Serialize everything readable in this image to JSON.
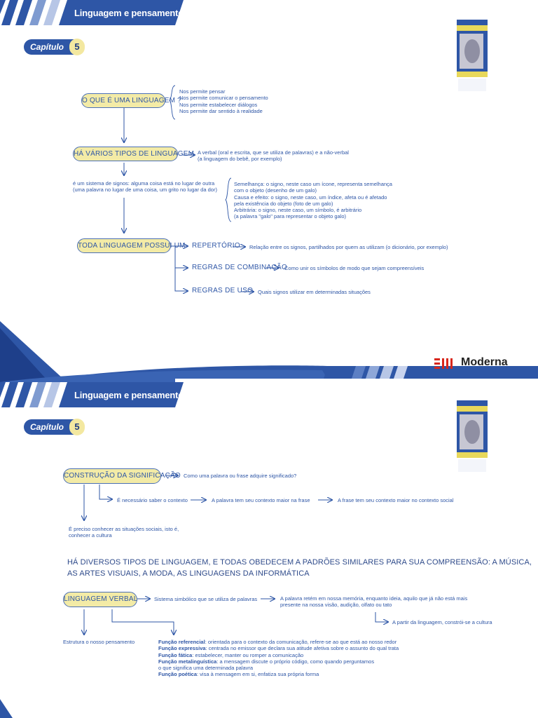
{
  "header": {
    "title": "Linguagem e pensamento",
    "chapter_label": "Capítulo",
    "chapter_number": "5"
  },
  "brand": {
    "name": "Moderna"
  },
  "slide1": {
    "q1": "O QUE É UMA LINGUAGEM ?",
    "q1_items": [
      "Nos permite pensar",
      "Nos permite comunicar o pensamento",
      "Nos permite estabelecer diálogos",
      "Nos permite dar sentido à realidade"
    ],
    "q2": "HÁ VÁRIOS TIPOS DE LINGUAGEM",
    "q2_desc": [
      "A verbal (oral e escrita, que se utiliza de palavras) e a não-verbal",
      "(a linguagem do bebê, por exemplo)"
    ],
    "signs_desc": [
      "é um sistema de signos: alguma coisa está no lugar de outra",
      "(uma palavra no lugar de uma coisa, um grito no lugar da dor)"
    ],
    "signs_types": [
      "Semelhança: o signo, neste caso um ícone, representa semelhança",
      "com o objeto (desenho de um galo)",
      "Causa e efeito: o signo, neste caso, um índice, afeta ou é afetado",
      "pela existência do objeto (foto de um galo)",
      "Arbitrária: o signo, neste caso, um símbolo, é arbitrário",
      "(a palavra \"galo\" para representar o objeto galo)"
    ],
    "q3": "TODA LINGUAGEM POSSUI UM",
    "q3_branches": [
      {
        "label": "REPERTÓRIO",
        "desc": "Relação entre os signos, partilhados por quem as utilizam (o dicionário, por exemplo)"
      },
      {
        "label": "REGRAS DE COMBINAÇÃO",
        "desc": "Como unir os símbolos de modo que sejam compreensíveis"
      },
      {
        "label": "REGRAS DE USO",
        "desc": "Quais signos utilizar em determinadas situações"
      }
    ]
  },
  "slide2": {
    "c1": "CONSTRUÇÃO DA SIGNIFICAÇÃO",
    "c1_question": "Como uma palavra ou frase adquire significado?",
    "c1_step1": "É necessário saber o contexto",
    "c1_step2": "A palavra tem seu contexto maior na frase",
    "c1_step3": "A frase tem seu contexto maior no contexto social",
    "c1_note": [
      "É preciso conhecer as situações sociais, isto é,",
      "conhecer a cultura"
    ],
    "statement": [
      "HÁ DIVERSOS TIPOS DE LINGUAGEM, E TODAS OBEDECEM A PADRÕES SIMILARES PARA SUA COMPREENSÃO: A MÚSICA,",
      "AS ARTES VISUAIS, A MODA, AS LINGUAGENS DA INFORMÁTICA"
    ],
    "c2": "LINGUAGEM VERBAL",
    "c2_desc": "Sistema simbólico que se utiliza de palavras",
    "c2_memory": [
      "A palavra retém em nossa memória, enquanto ideia, aquilo que já não está mais",
      "presente na nossa visão, audição, olfato ou tato"
    ],
    "c2_culture": "A partir da linguagem, constrói-se a cultura",
    "c2_thought": "Estrutura o nosso pensamento",
    "functions": [
      {
        "name": "Função referencial",
        "desc": ": orientada para o contexto da comunicação, refere-se ao que está ao nosso redor"
      },
      {
        "name": "Função expressiva",
        "desc": ": centrada no emissor que declara sua atitude afetiva sobre o assunto do qual trata"
      },
      {
        "name": "Função fática",
        "desc": ": estabelecer, manter ou romper a comunicação"
      },
      {
        "name": "Função metalinguística",
        "desc": ": a mensagem discute o próprio código, como quando perguntamos"
      },
      {
        "name": "",
        "desc": "o que significa uma determinada palavra"
      },
      {
        "name": "Função poética",
        "desc": ": visa à mensagem em si, enfatiza sua própria forma"
      }
    ]
  },
  "colors": {
    "primary": "#2e56a6",
    "pill_fill": "#f3eba6",
    "accent": "#d8261c"
  }
}
